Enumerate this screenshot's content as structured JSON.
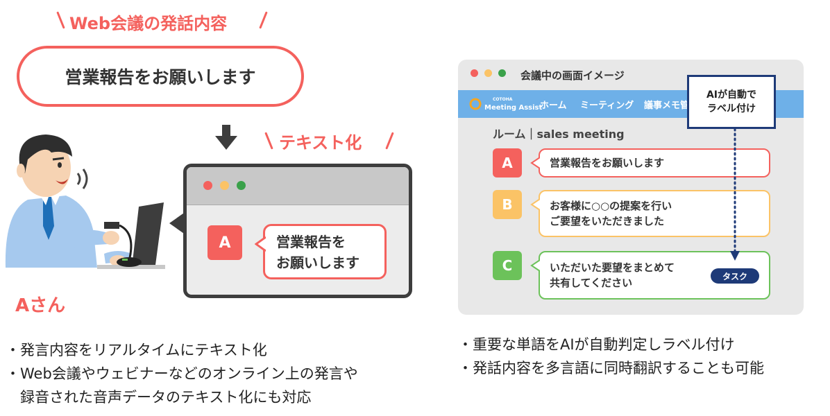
{
  "left": {
    "header_label": "Web会議の発話内容",
    "speech_text": "営業報告をお願いします",
    "conversion_label": "テキスト化",
    "speaker_label": "A",
    "transcript_text": [
      "営業報告を",
      "お願いします"
    ],
    "person_name": "Aさん",
    "bullets": [
      "・発言内容をリアルタイムにテキスト化",
      "・Web会議やウェビナーなどのオンライン上の発言や",
      "　録音された音声データのテキスト化にも対応"
    ]
  },
  "right": {
    "window_title": "会議中の画面イメージ",
    "logo_small": "COTOHA",
    "logo_main": "Meeting Assist",
    "nav_items": [
      "ホーム",
      "ミーティング",
      "議事メモ管"
    ],
    "room_label": "ルーム｜sales meeting",
    "messages": [
      {
        "speaker": "A",
        "lines": [
          "営業報告をお願いします"
        ]
      },
      {
        "speaker": "B",
        "lines": [
          "お客様に○○の提案を行い",
          "ご要望をいただきました"
        ]
      },
      {
        "speaker": "C",
        "lines": [
          "いただいた要望をまとめて",
          "共有してください"
        ]
      }
    ],
    "callout_lines": [
      "AIが自動で",
      "ラベル付け"
    ],
    "task_badge": "タスク",
    "bullets": [
      "・重要な単語をAIが自動判定しラベル付け",
      "・発話内容を多言語に同時翻訳することも可能"
    ]
  },
  "colors": {
    "red": "#f4615d",
    "orange": "#fbc366",
    "green": "#6cc25a",
    "nav_blue": "#6eb0e8",
    "navy": "#1e3a78"
  }
}
